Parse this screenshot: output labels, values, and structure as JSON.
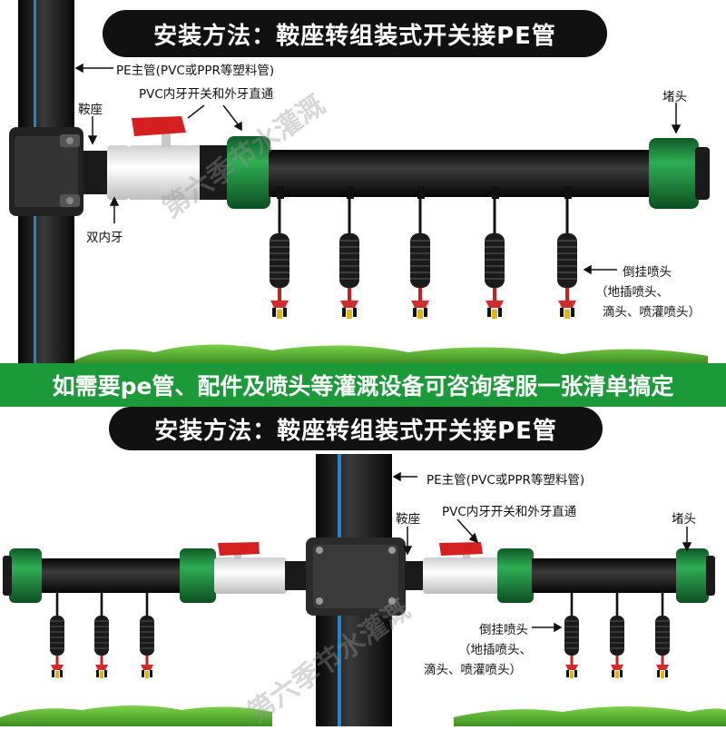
{
  "colors": {
    "pipe": "#1a1a1a",
    "pipe_stripe": "#1e88c8",
    "fitting_green": "#1f8a3c",
    "valve_red": "#d62020",
    "grass": "#58b431",
    "banner": "#1c9a3a",
    "title_bg": "#111111"
  },
  "top": {
    "title": "安装方法：鞍座转组装式开关接PE管",
    "labels": {
      "main_pipe": "PE主管(PVC或PPR等塑料管)",
      "valve": "PVC内牙开关和外牙直通",
      "saddle": "鞍座",
      "end_cap": "堵头",
      "double_female": "双内牙",
      "sprinkler_1": "倒挂喷头",
      "sprinkler_2": "（地插喷头、",
      "sprinkler_3": "滴头、喷灌喷头）"
    },
    "watermark": "第六季节水灌溉"
  },
  "banner": {
    "text": "如需要pe管、配件及喷头等灌溉设备可咨询客服一张清单搞定"
  },
  "bottom": {
    "title": "安装方法：鞍座转组装式开关接PE管",
    "labels": {
      "main_pipe": "PE主管(PVC或PPR等塑料管)",
      "valve": "PVC内牙开关和外牙直通",
      "saddle": "鞍座",
      "end_cap": "堵头",
      "sprinkler_1": "倒挂喷头",
      "sprinkler_2": "（地插喷头、",
      "sprinkler_3": "滴头、喷灌喷头）"
    },
    "watermark": "第六季节水灌溉"
  }
}
